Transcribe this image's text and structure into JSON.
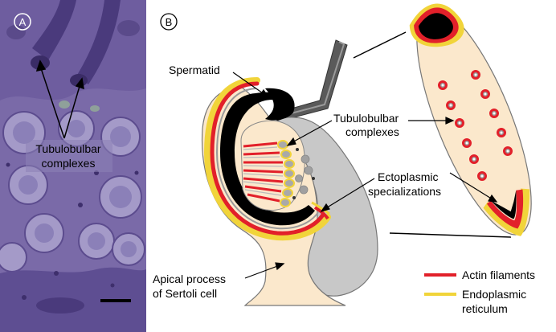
{
  "panel_a": {
    "letter": "A",
    "label_line1": "Tubulobulbar",
    "label_line2": "complexes"
  },
  "panel_b": {
    "letter": "B",
    "spermatid": "Spermatid",
    "tbc_line1": "Tubulobulbar",
    "tbc_line2": "complexes",
    "ecto_line1": "Ectoplasmic",
    "ecto_line2": "specializations",
    "apical_line1": "Apical process",
    "apical_line2": "of Sertoli cell"
  },
  "legend": [
    {
      "label": "Actin filaments",
      "color": "#e2202a"
    },
    {
      "label": "Endoplasmic",
      "label2": "reticulum",
      "color": "#f1d43a"
    }
  ],
  "colors": {
    "tissue": "#7868a8",
    "cytoplasm": "#fbe8cc",
    "nucleus": "#000000",
    "sertoli_grey": "#c8c8c8",
    "actin": "#e2202a",
    "er": "#f1d43a"
  }
}
